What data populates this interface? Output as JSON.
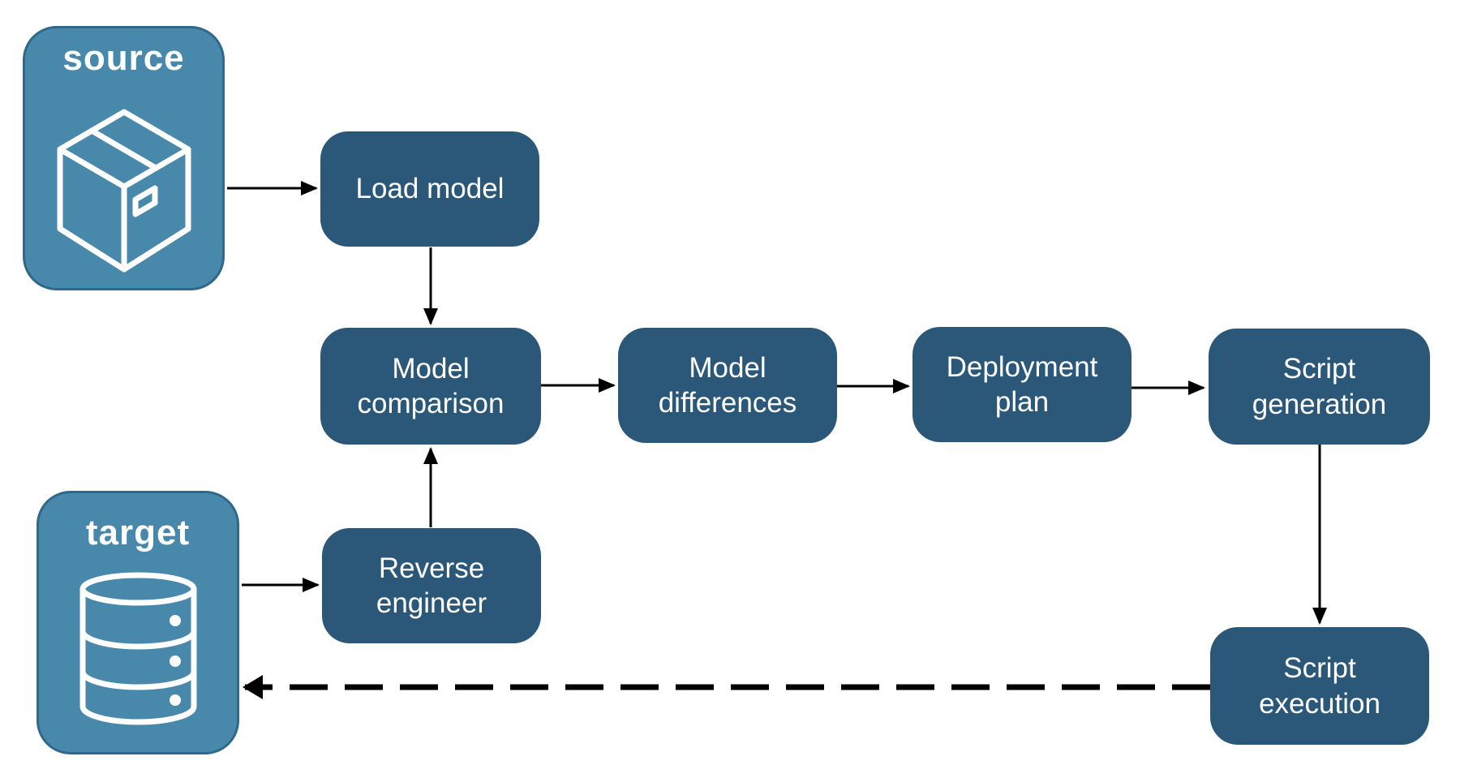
{
  "diagram": {
    "stores": {
      "source": {
        "label": "source",
        "icon": "package-icon"
      },
      "target": {
        "label": "target",
        "icon": "database-icon"
      }
    },
    "nodes": {
      "load_model": {
        "label": "Load model"
      },
      "model_comparison": {
        "label": "Model\ncomparison"
      },
      "model_differences": {
        "label": "Model\ndifferences"
      },
      "deployment_plan": {
        "label": "Deployment\nplan"
      },
      "script_generation": {
        "label": "Script\ngeneration"
      },
      "reverse_engineer": {
        "label": "Reverse\nengineer"
      },
      "script_execution": {
        "label": "Script\nexecution"
      }
    },
    "edges": [
      {
        "from": "source",
        "to": "load_model",
        "style": "solid"
      },
      {
        "from": "load_model",
        "to": "model_comparison",
        "style": "solid"
      },
      {
        "from": "target",
        "to": "reverse_engineer",
        "style": "solid"
      },
      {
        "from": "reverse_engineer",
        "to": "model_comparison",
        "style": "solid"
      },
      {
        "from": "model_comparison",
        "to": "model_differences",
        "style": "solid"
      },
      {
        "from": "model_differences",
        "to": "deployment_plan",
        "style": "solid"
      },
      {
        "from": "deployment_plan",
        "to": "script_generation",
        "style": "solid"
      },
      {
        "from": "script_generation",
        "to": "script_execution",
        "style": "solid"
      },
      {
        "from": "script_execution",
        "to": "target",
        "style": "dashed"
      }
    ],
    "colors": {
      "background": "#FFFFFF",
      "node_fill": "#2B5878",
      "store_fill": "#4889AB",
      "store_border": "#2F6889",
      "arrow": "#000000",
      "text": "#FFFFFF"
    }
  }
}
